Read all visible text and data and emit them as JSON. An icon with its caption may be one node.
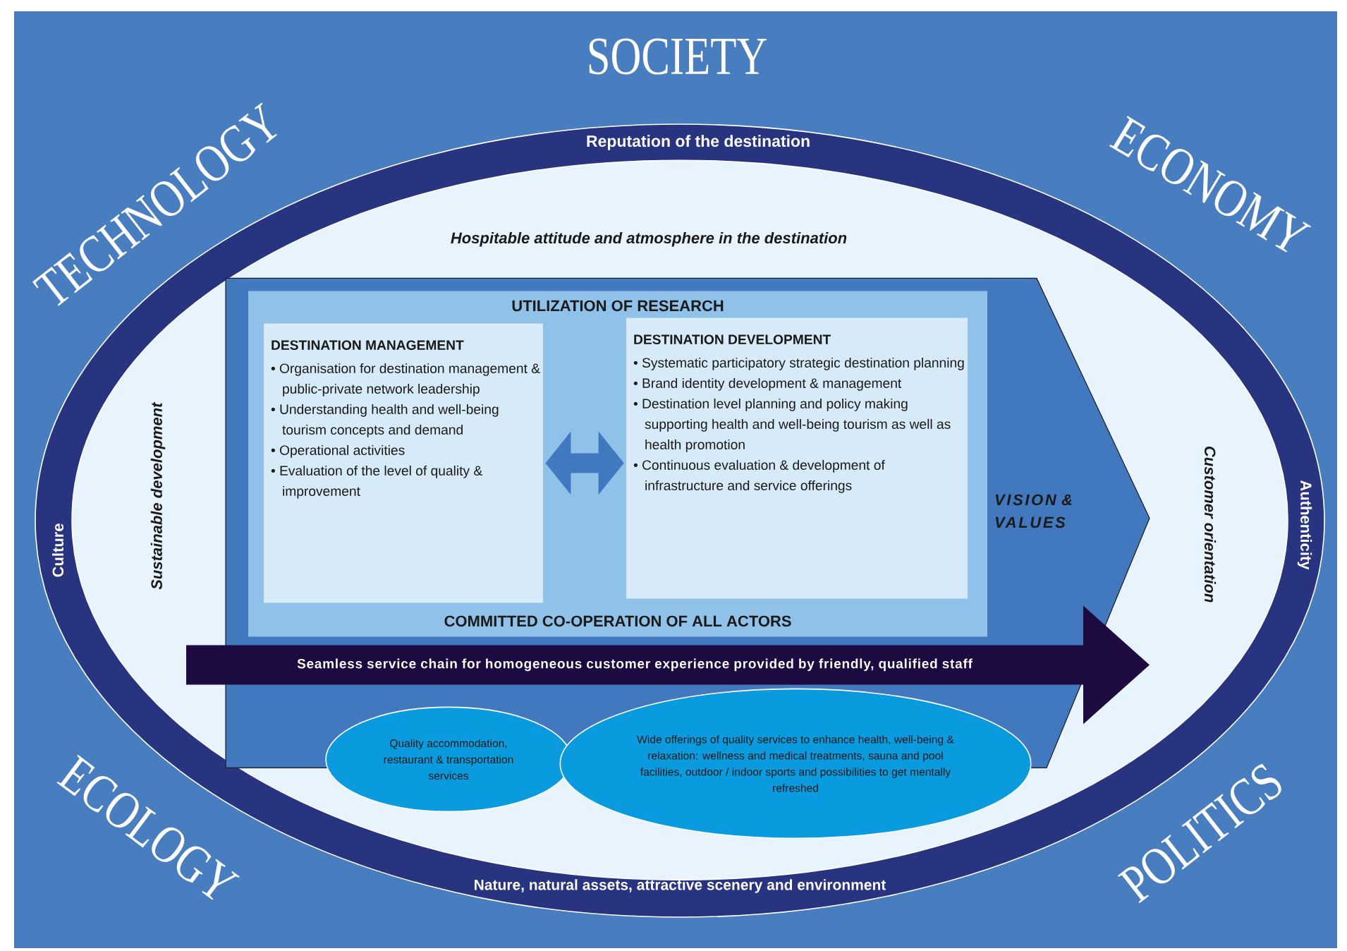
{
  "diagram": {
    "nodes": [
      {
        "text": [
          "Reputation of the destination",
          "Culture",
          "Authenticity",
          "Nature, natural assets, attractive scenery and environment"
        ]
      },
      {
        "text": [
          "Hospitable attitude and atmosphere in the destination",
          "Sustainable development",
          "Customer orientation"
        ],
        "in": 0
      },
      {
        "text": [
          "VISION & VALUES"
        ],
        "in": 1
      },
      {
        "text": [
          "UTILIZATION OF RESEARCH",
          "COMMITTED CO-OPERATION OF ALL ACTORS"
        ],
        "in": 2
      },
      {
        "text": [
          "DESTINATION MANAGEMENT",
          "• Organisation for destination management & public-private network leadership",
          "• Understanding health and well-being tourism concepts and demand",
          "• Operational activities",
          "• Evaluation of the level of quality & improvement"
        ],
        "in": 3
      },
      {
        "text": [
          "DESTINATION DEVELOPMENT",
          "• Systematic participatory strategic destination planning",
          "• Brand identity development & management",
          "• Destination level planning and policy making supporting health and well-being tourism as well as health promotion",
          "• Continuous evaluation & development of infrastructure and service offerings"
        ],
        "in": 3
      },
      {
        "text": [
          "Seamless service chain for homogeneous customer experience provided by friendly, qualified staff"
        ],
        "in": 2
      },
      {
        "text": [
          "Quality accommodation, restaurant & transportation services"
        ],
        "in": 1
      },
      {
        "text": [
          "Wide offerings of quality services to enhance health, well-being & relaxation: wellness and medical treatments, sauna and pool facilities, outdoor / indoor sports and possibilities to get mentally refreshed"
        ],
        "in": 1
      }
    ],
    "edges": [
      {
        "from": 4,
        "to": 5,
        "arrow": "both"
      }
    ],
    "labels": [
      "SOCIETY",
      "TECHNOLOGY",
      "ECONOMY",
      "ECOLOGY",
      "POLITICS"
    ]
  }
}
